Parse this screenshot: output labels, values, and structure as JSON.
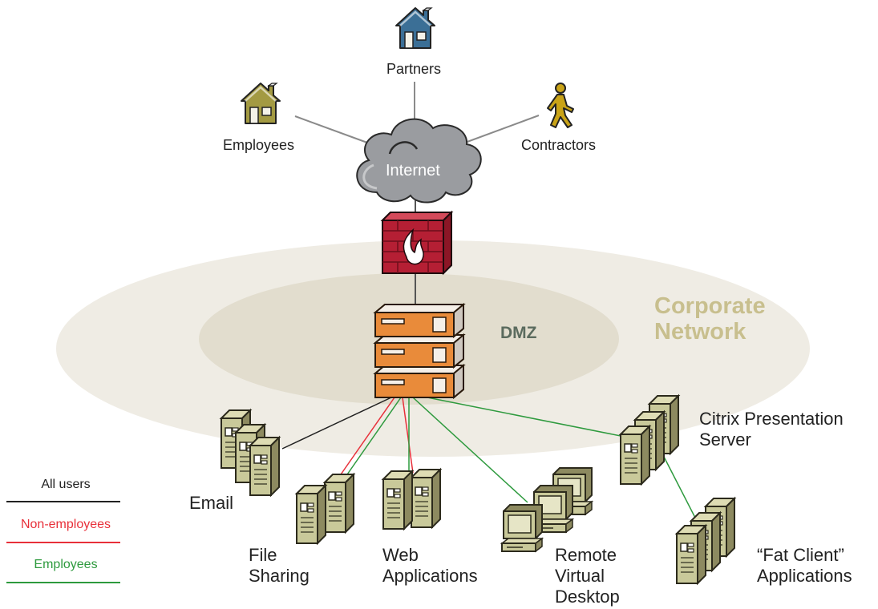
{
  "nodes": {
    "partners": "Partners",
    "employees": "Employees",
    "contractors": "Contractors",
    "internet": "Internet",
    "corporate_network": "Corporate Network",
    "dmz": "DMZ",
    "citrix": "Citrix Presentation Server",
    "email": "Email",
    "file_sharing": "File Sharing",
    "web_applications": "Web Applications",
    "remote_virtual_desktop": "Remote Virtual Desktop",
    "fat_client": "“Fat Client” Applications"
  },
  "legend": {
    "all_users": "All users",
    "non_employees": "Non-employees",
    "employees": "Employees"
  },
  "colors": {
    "all_users": "#222222",
    "non_employees": "#e8303a",
    "employees": "#2e9a3e",
    "corporate_ring": "#efece4",
    "dmz_ring": "#e2ddce",
    "cloud": "#9a9ca0",
    "firewall": "#b51f34",
    "appliance": "#e98b3a",
    "server": "#c9c99a",
    "house_blue": "#3b6f96",
    "house_olive": "#a39a42",
    "contractor": "#c9a317"
  },
  "icons": [
    "house-icon",
    "cloud-icon",
    "firewall-icon",
    "appliance-icon",
    "server-icon",
    "computer-icon",
    "person-walking-icon"
  ]
}
